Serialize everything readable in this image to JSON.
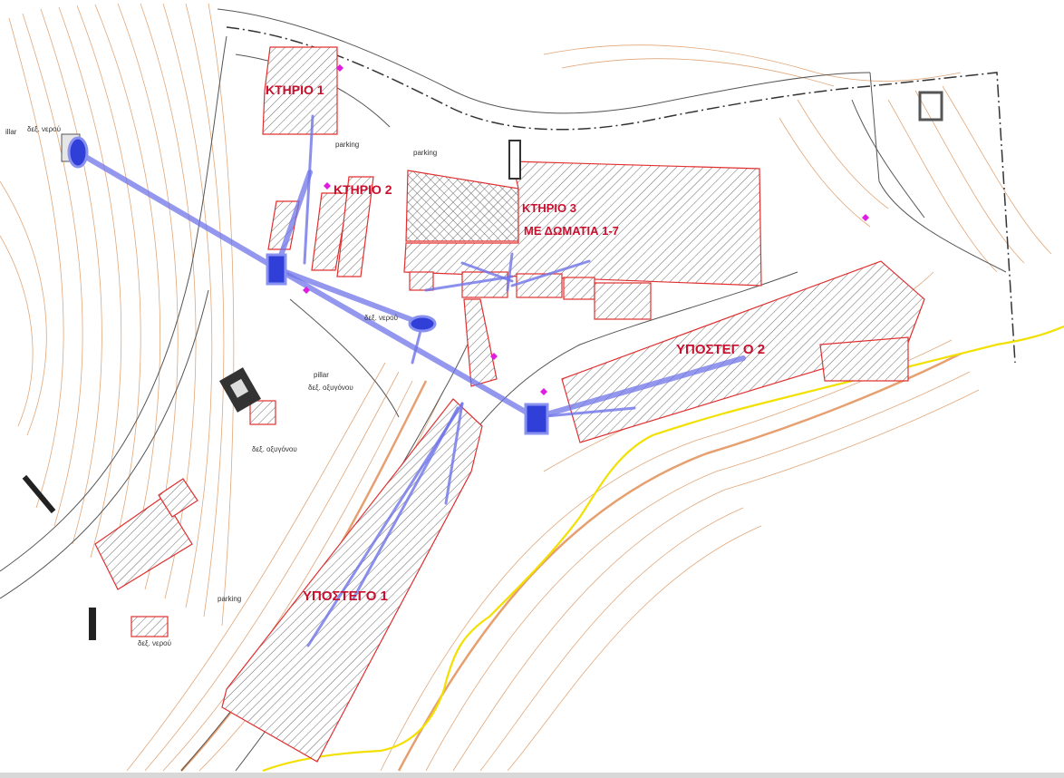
{
  "buildings": {
    "ktirio_1": "ΚΤΗΡΙΟ 1",
    "ktirio_2": "ΚΤΗΡΙΟ 2",
    "ktirio_3": "ΚΤΗΡΙΟ 3",
    "ktirio_3_sub": "ΜΕ ΔΩΜΑΤΙΑ  1-7",
    "ypostego_1": "ΥΠΟΣΤΕΓΟ 1",
    "ypostego_2": "ΥΠΟΣΤΕΓ Ο 2"
  },
  "labels": {
    "parking_1": "parking",
    "parking_2": "parking",
    "parking_3": "parking",
    "pillar_left": "illar",
    "pillar_center": "pillar",
    "tank_water_left": "δεξ. νερού",
    "tank_water_center": "δεξ. νερού",
    "tank_water_bottom": "δεξ. νερού",
    "tank_oxygen_1": "δεξ. οξυγόνου",
    "tank_oxygen_2": "δεξ. οξυγόνου"
  },
  "colors": {
    "building_label": "#c8102e",
    "building_outline": "#e03030",
    "contour": "#e0a77a",
    "pipe": "#6f74e8",
    "tank": "#2f3fd8",
    "boundary": "#f2e000",
    "marker": "#e01ce0"
  }
}
